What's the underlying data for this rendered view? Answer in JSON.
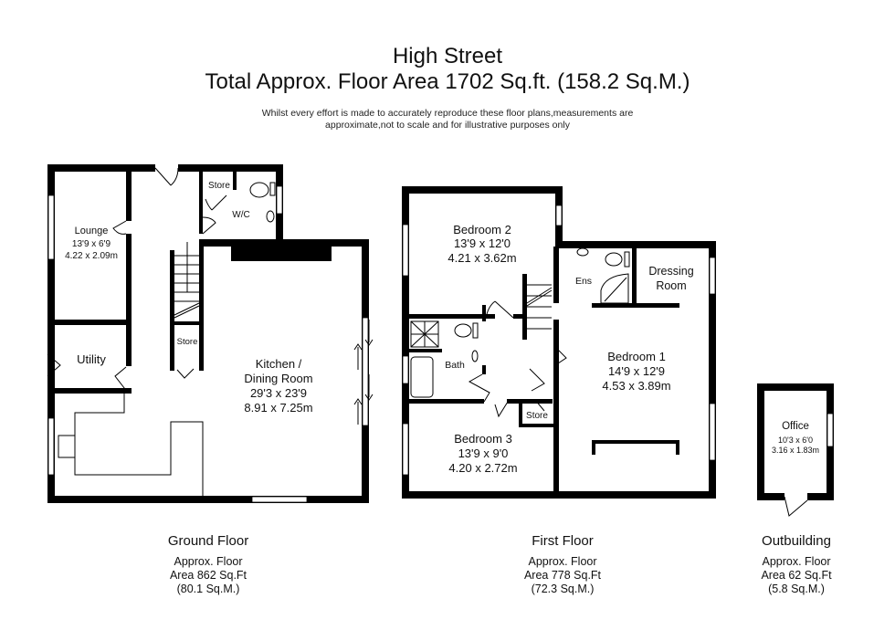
{
  "header": {
    "title": "High Street",
    "total_area": "Total Approx. Floor Area 1702 Sq.ft. (158.2 Sq.M.)",
    "disclaimer_line1": "Whilst every effort is made to accurately reproduce these floor plans,measurements are",
    "disclaimer_line2": "approximate,not to scale and for illustrative purposes only"
  },
  "floors": [
    {
      "name": "Ground Floor",
      "area_line1": "Approx. Floor",
      "area_line2": "Area 862 Sq.Ft",
      "area_line3": "(80.1 Sq.M.)",
      "rooms": [
        {
          "name": "Lounge",
          "imperial": "13'9 x 6'9",
          "metric": "4.22 x 2.09m"
        },
        {
          "name": "Store"
        },
        {
          "name": "W/C"
        },
        {
          "name": "Utility"
        },
        {
          "name": "Store"
        },
        {
          "name_line1": "Kitchen /",
          "name_line2": "Dining Room",
          "imperial": "29'3 x 23'9",
          "metric": "8.91 x 7.25m"
        }
      ]
    },
    {
      "name": "First Floor",
      "area_line1": "Approx. Floor",
      "area_line2": "Area 778 Sq.Ft",
      "area_line3": "(72.3 Sq.M.)",
      "rooms": [
        {
          "name": "Bedroom 2",
          "imperial": "13'9 x 12'0",
          "metric": "4.21 x 3.62m"
        },
        {
          "name": "Ens"
        },
        {
          "name_line1": "Dressing",
          "name_line2": "Room"
        },
        {
          "name": "Bath"
        },
        {
          "name": "Bedroom 1",
          "imperial": "14'9 x 12'9",
          "metric": "4.53 x 3.89m"
        },
        {
          "name": "Store"
        },
        {
          "name": "Bedroom 3",
          "imperial": "13'9 x 9'0",
          "metric": "4.20 x 2.72m"
        }
      ]
    },
    {
      "name": "Outbuilding",
      "area_line1": "Approx. Floor",
      "area_line2": "Area 62 Sq.Ft",
      "area_line3": "(5.8 Sq.M.)",
      "rooms": [
        {
          "name": "Office",
          "imperial": "10'3 x 6'0",
          "metric": "3.16 x 1.83m"
        }
      ]
    }
  ],
  "colors": {
    "wall": "#000000",
    "background": "#ffffff",
    "line": "#222222"
  }
}
